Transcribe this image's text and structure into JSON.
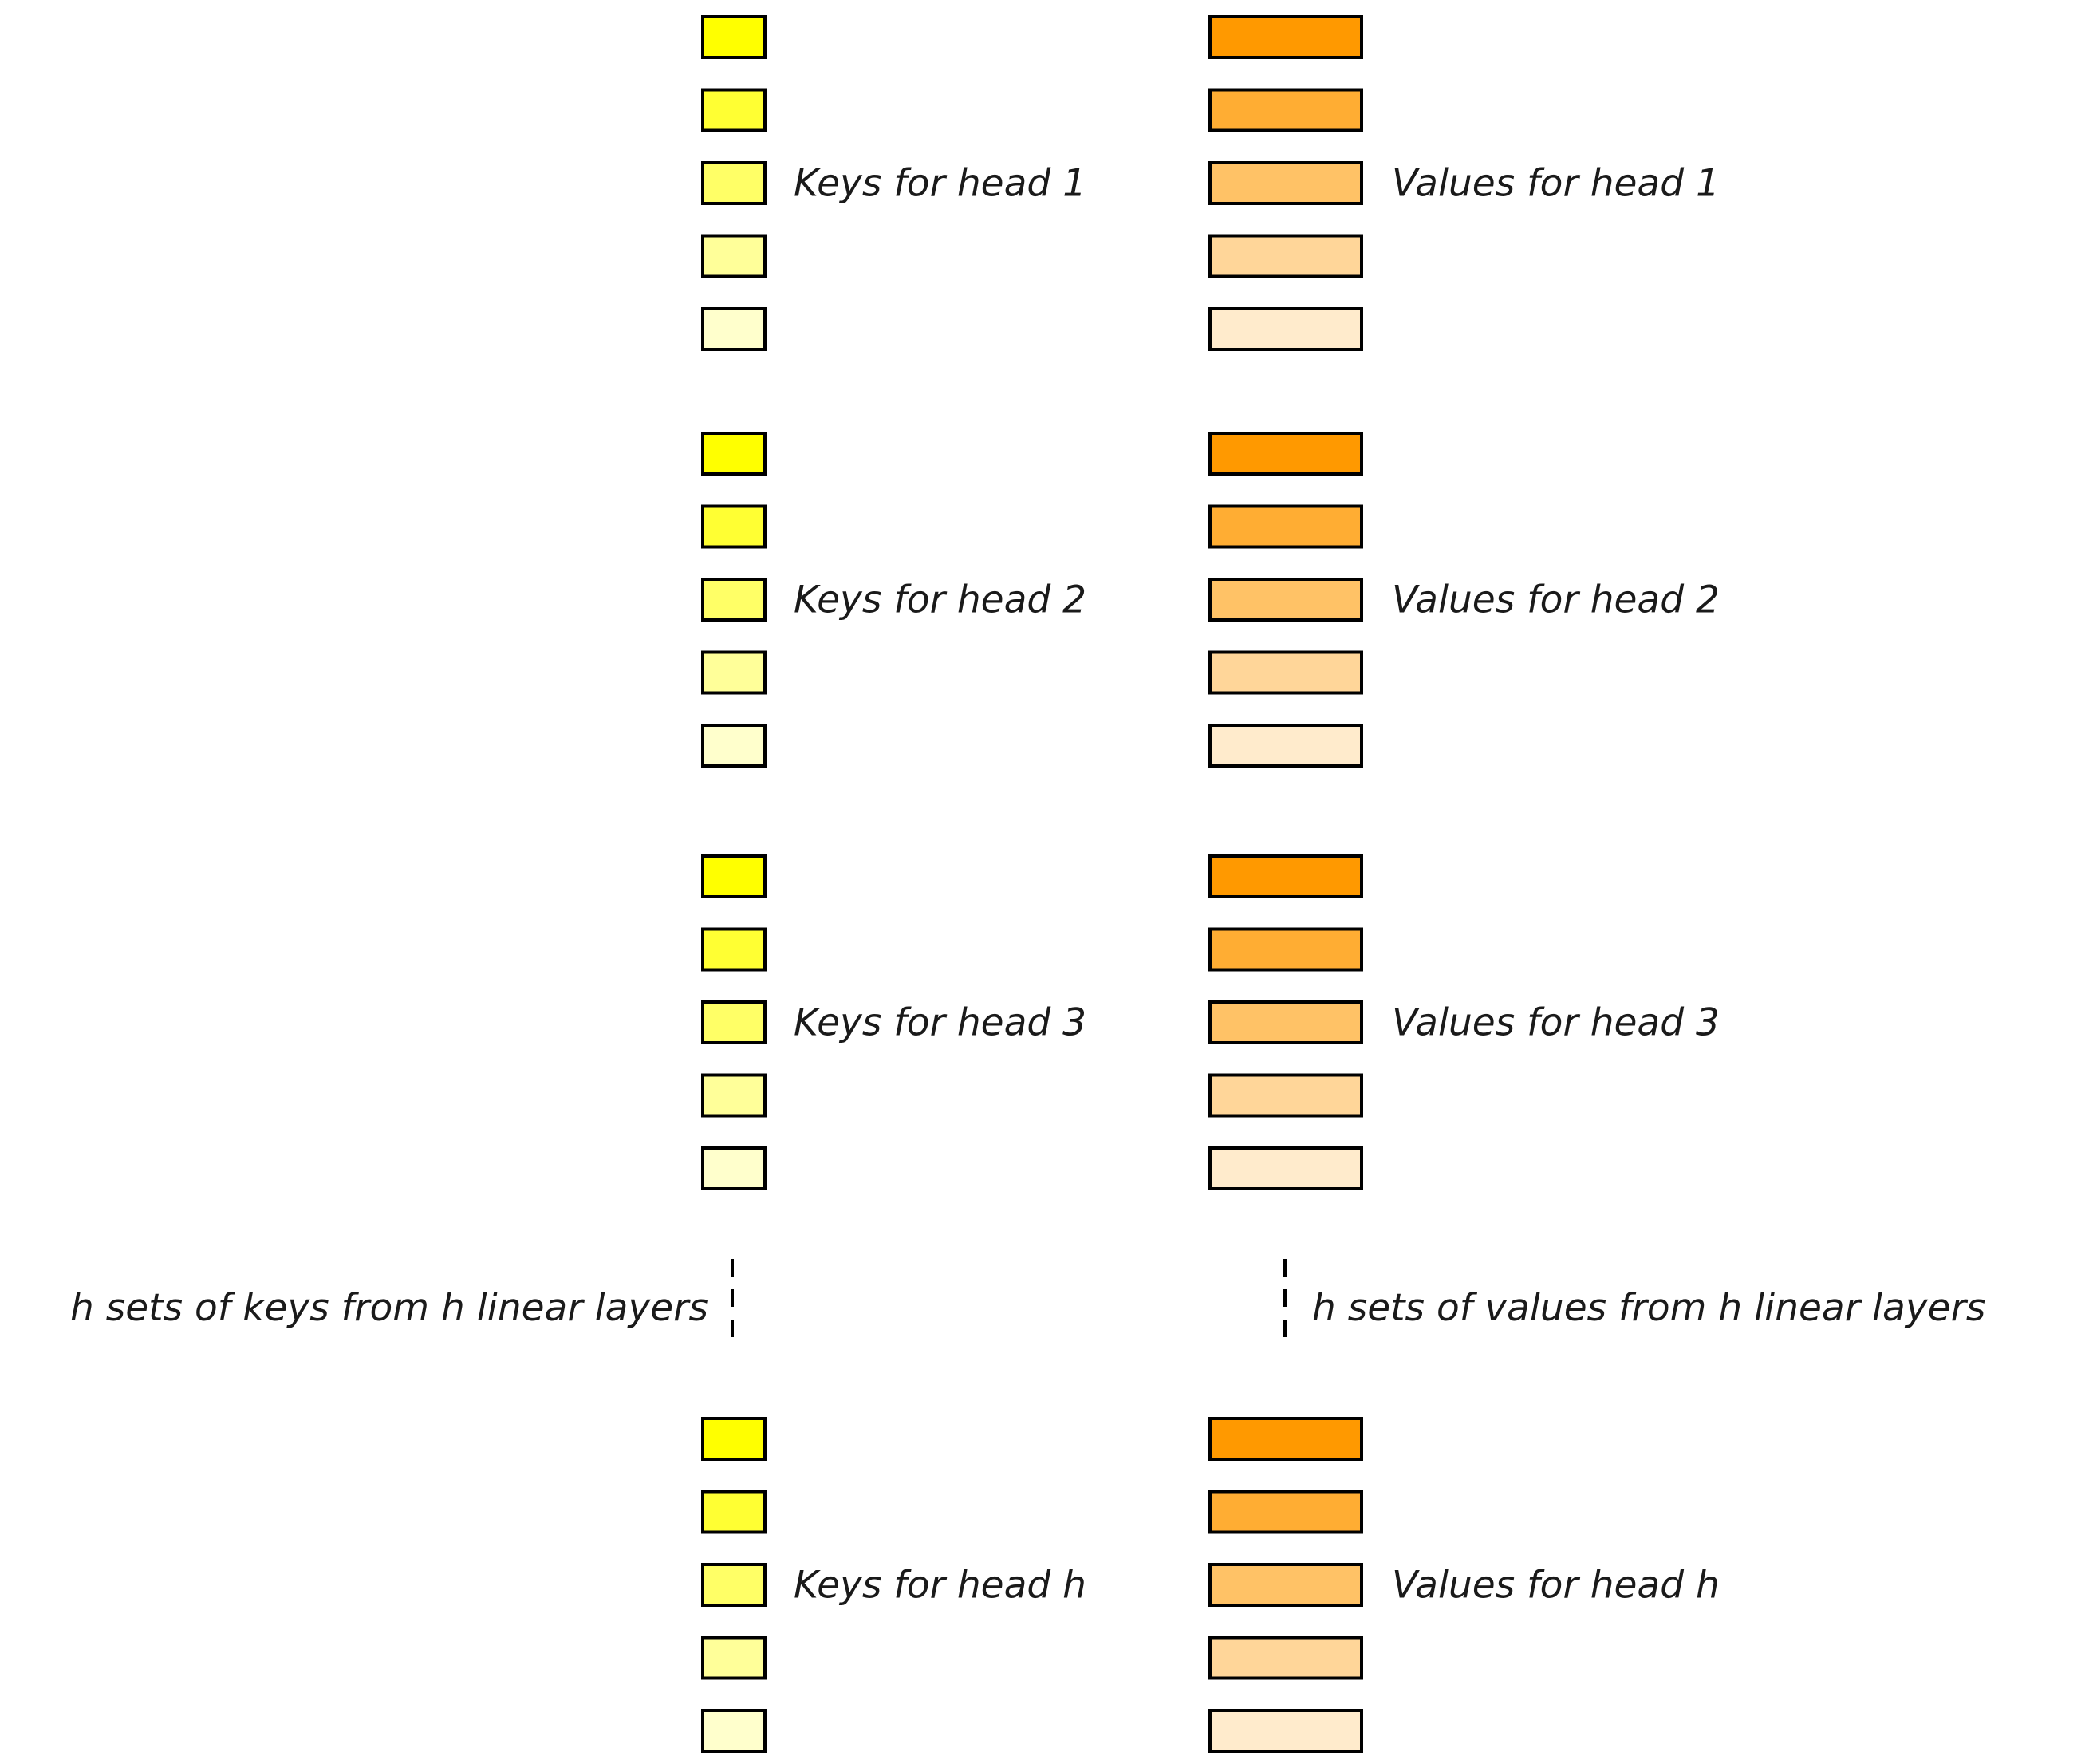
{
  "key_colors": [
    "#ffff00",
    "#ffff33",
    "#ffff66",
    "#ffff99",
    "#ffffcc"
  ],
  "value_colors": [
    "#ff9900",
    "#ffad33",
    "#ffc266",
    "#ffd699",
    "#ffebcc"
  ],
  "stroke_color": "#000000",
  "key_labels": [
    "Keys for head 1",
    "Keys for head 2",
    "Keys for head 3",
    "Keys for head h"
  ],
  "value_labels": [
    "Values for head 1",
    "Values for head 2",
    "Values for head 3",
    "Values for head h"
  ],
  "ellipsis": {
    "keys_label": "h sets of keys from h linear layers",
    "values_label": "h sets of values from h linear layers"
  }
}
